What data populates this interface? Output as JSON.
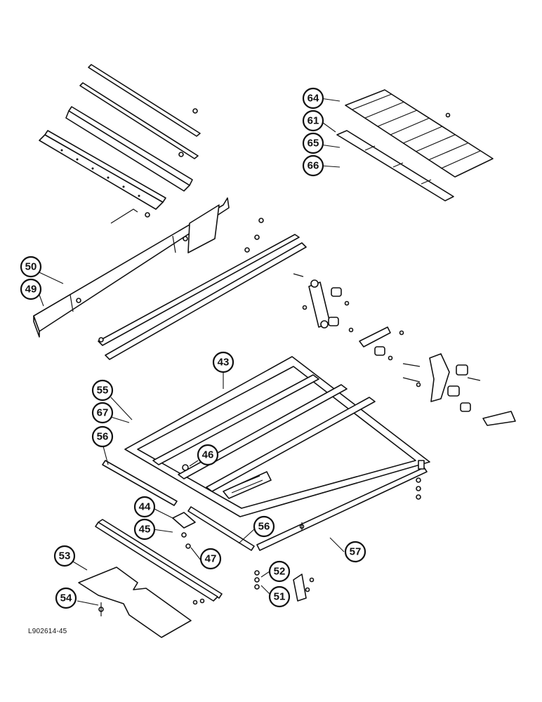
{
  "diagram": {
    "reference_code": "L902614-45",
    "callouts": [
      {
        "id": "c64",
        "label": "64"
      },
      {
        "id": "c61",
        "label": "61"
      },
      {
        "id": "c65",
        "label": "65"
      },
      {
        "id": "c66",
        "label": "66"
      },
      {
        "id": "c50",
        "label": "50"
      },
      {
        "id": "c49",
        "label": "49"
      },
      {
        "id": "c43",
        "label": "43"
      },
      {
        "id": "c55",
        "label": "55"
      },
      {
        "id": "c67",
        "label": "67"
      },
      {
        "id": "c56a",
        "label": "56"
      },
      {
        "id": "c46",
        "label": "46"
      },
      {
        "id": "c44",
        "label": "44"
      },
      {
        "id": "c45",
        "label": "45"
      },
      {
        "id": "c56b",
        "label": "56"
      },
      {
        "id": "c47",
        "label": "47"
      },
      {
        "id": "c57",
        "label": "57"
      },
      {
        "id": "c53",
        "label": "53"
      },
      {
        "id": "c52",
        "label": "52"
      },
      {
        "id": "c54",
        "label": "54"
      },
      {
        "id": "c51",
        "label": "51"
      }
    ]
  }
}
